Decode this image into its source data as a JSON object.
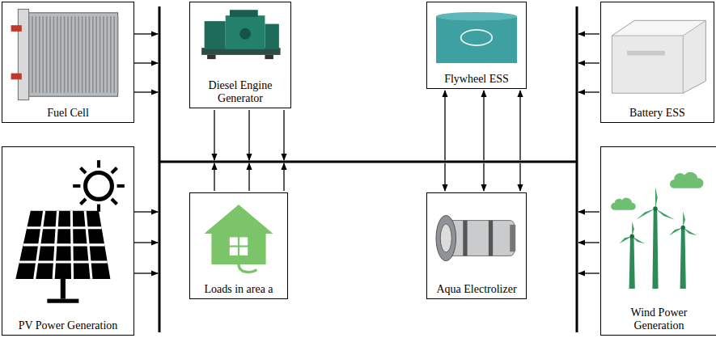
{
  "diagram": {
    "nodes": [
      {
        "text": [
          "Fuel Cell"
        ]
      },
      {
        "text": [
          "Diesel Engine Generator"
        ]
      },
      {
        "text": [
          "Flywheel ESS"
        ]
      },
      {
        "text": [
          "Battery ESS"
        ]
      },
      {
        "text": [
          "PV Power Generation"
        ]
      },
      {
        "text": [
          "Loads in area a"
        ]
      },
      {
        "text": [
          "Aqua Electrolizer"
        ]
      },
      {
        "text": [
          "Wind Power Generation"
        ]
      }
    ]
  }
}
